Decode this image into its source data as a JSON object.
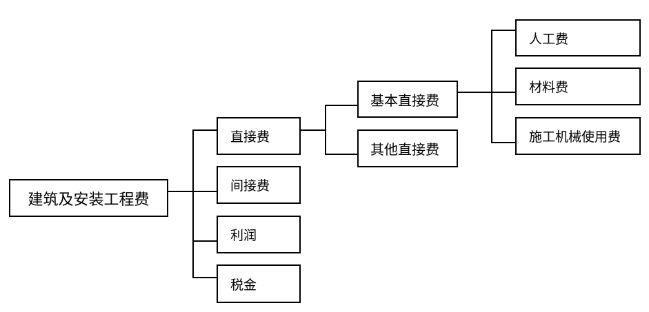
{
  "root": {
    "label": "建筑及安装工程费"
  },
  "level1": [
    {
      "label": "直接费"
    },
    {
      "label": "间接费"
    },
    {
      "label": "利润"
    },
    {
      "label": "税金"
    }
  ],
  "level2": [
    {
      "label": "基本直接费"
    },
    {
      "label": "其他直接费"
    }
  ],
  "level3": [
    {
      "label": "人工费"
    },
    {
      "label": "材料费"
    },
    {
      "label": "施工机械使用费"
    }
  ]
}
